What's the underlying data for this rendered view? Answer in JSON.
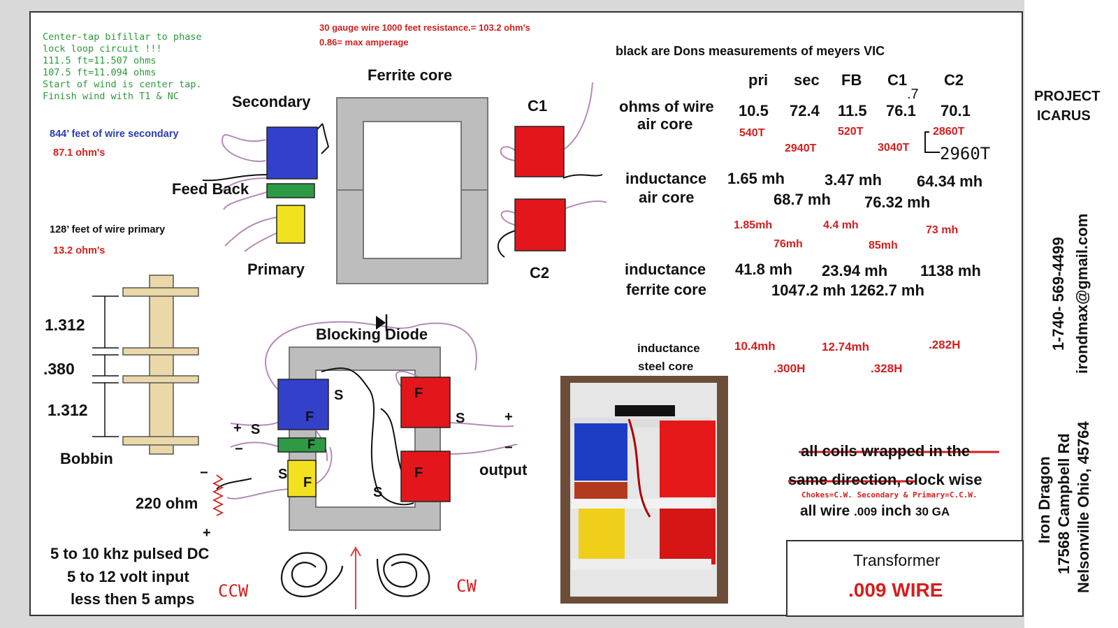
{
  "notes": {
    "center_tap": [
      "Center-tap bifillar to phase",
      "lock loop circuit !!!",
      "111.5 ft=11.507 ohms",
      "107.5 ft=11.094 ohms",
      "Start of wind is center tap.",
      "Finish wind with T1 & NC"
    ],
    "gauge_resistance": "30 gauge wire 1000 feet resistance.= 103.2 ohm's",
    "max_amperage": "0.86= max amperage",
    "secondary_feet": "844’ feet of wire secondary",
    "secondary_ohms": "87.1 ohm's",
    "primary_feet": "128’ feet of wire primary",
    "primary_ohms": "13.2 ohm's"
  },
  "transformer_diagram": {
    "title": "Ferrite core",
    "secondary": "Secondary",
    "feed_back": "Feed Back",
    "primary": "Primary",
    "c1": "C1",
    "c2": "C2"
  },
  "bobbin": {
    "dim1": "1.312",
    "dim2": ".380",
    "dim3": "1.312",
    "label": "Bobbin"
  },
  "circuit": {
    "blocking_diode": "Blocking Diode",
    "s": "S",
    "f": "F",
    "plus": "+",
    "minus": "−",
    "output": "output",
    "resistor": "220 ohm",
    "input": [
      "5 to 10 khz  pulsed DC",
      "5 to 12 volt input",
      "less then 5 amps"
    ],
    "ccw": "CCW",
    "cw": "CW"
  },
  "measurements": {
    "heading": "black are Dons measurements of meyers VIC",
    "columns": [
      "pri",
      "sec",
      "FB",
      "C1",
      "C2"
    ],
    "c1_correction": ".7",
    "ohms_label": [
      "ohms of wire",
      "air core"
    ],
    "ohms_values": [
      "10.5",
      "72.4",
      "11.5",
      "76.1",
      "70.1"
    ],
    "turns_top": [
      "540T",
      "520T",
      "2860T"
    ],
    "turns_bottom": [
      "2940T",
      "3040T"
    ],
    "turns_handwritten": "2960T",
    "air_inductance_label": [
      "inductance",
      "air core"
    ],
    "air_row1": [
      "1.65 mh",
      "3.47 mh",
      "64.34 mh"
    ],
    "air_row2": [
      "68.7 mh",
      "76.32 mh"
    ],
    "air_red_row1": [
      "1.85mh",
      "4.4 mh",
      "73 mh"
    ],
    "air_red_row2": [
      "76mh",
      "85mh"
    ],
    "ferrite_label": [
      "inductance",
      "ferrite core"
    ],
    "ferrite_row1": [
      "41.8 mh",
      "23.94 mh",
      "1138 mh"
    ],
    "ferrite_row2": "1047.2 mh 1262.7 mh",
    "steel_label": [
      "inductance",
      "steel core"
    ],
    "steel_row1": [
      "10.4mh",
      "12.74mh",
      ".282H"
    ],
    "steel_row2": [
      ".300H",
      ".328H"
    ]
  },
  "winding": {
    "struck_line1": "all coils wrapped in the",
    "struck_line2": "same direction,",
    "clockwise": " clock wise",
    "chokes": "Chokes=C.W.   Secondary & Primary=C.C.W.",
    "wire_a": "all wire ",
    "wire_b": ".009",
    "wire_c": "  inch ",
    "wire_d": "30 GA"
  },
  "box": {
    "title": "Transformer",
    "wire": ".009 WIRE"
  },
  "sidebar": {
    "brand1": "PROJECT",
    "brand2": "ICARUS",
    "phone": "1-740- 569-4499",
    "email": "irondmax@gmail.com",
    "name": "Iron Dragon",
    "street": "17568 Campbell  Rd",
    "city": "Nelsonville Ohio, 45764"
  },
  "colors": {
    "secondary_blue": "#3340c9",
    "feedback_green": "#2e9a45",
    "primary_yellow": "#f2e11e",
    "choke_red": "#e3161c",
    "core_gray": "#bdbdbd",
    "bobbin_tan": "#ead8a8",
    "wire_purple": "#b58ab8"
  }
}
